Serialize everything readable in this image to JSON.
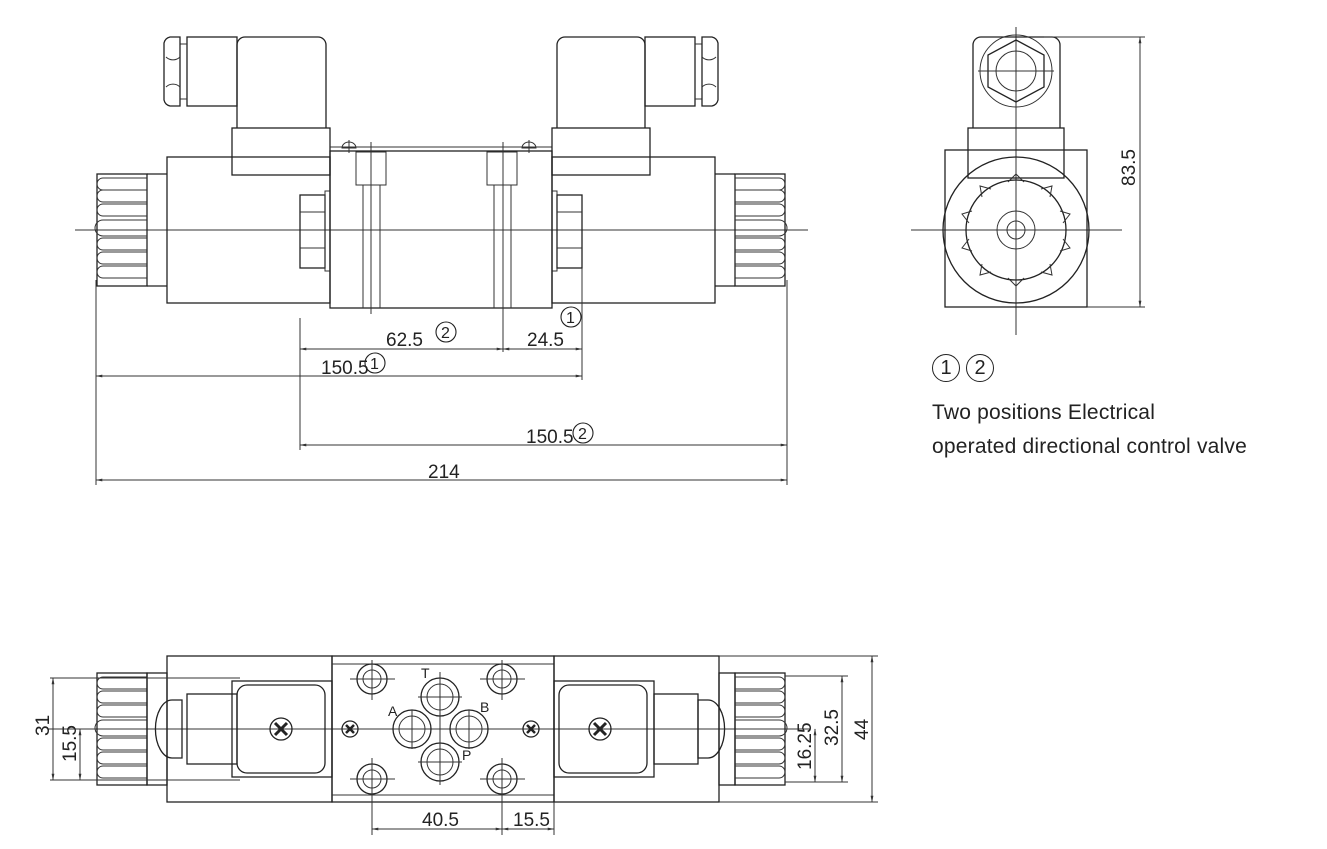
{
  "drawing": {
    "title_line1": "Two positions Electrical",
    "title_line2": "operated directional control valve",
    "legend_marks": [
      "1",
      "2"
    ]
  },
  "front_view": {
    "dimensions": {
      "d62_5": "62.5",
      "d24_5": "24.5",
      "d150_5_1": "150.5",
      "d150_5_2": "150.5",
      "d214": "214"
    },
    "markers": {
      "m2_top": "2",
      "m1_right": "1",
      "m1_left": "1",
      "m2_bottom": "2"
    }
  },
  "side_view": {
    "dimensions": {
      "d83_5": "83.5"
    }
  },
  "top_view": {
    "ports": {
      "T": "T",
      "A": "A",
      "B": "B",
      "P": "P"
    },
    "dimensions": {
      "d31": "31",
      "d15_5_left": "15.5",
      "d40_5": "40.5",
      "d15_5_bottom": "15.5",
      "d16_25": "16.25",
      "d32_5": "32.5",
      "d44": "44"
    }
  }
}
